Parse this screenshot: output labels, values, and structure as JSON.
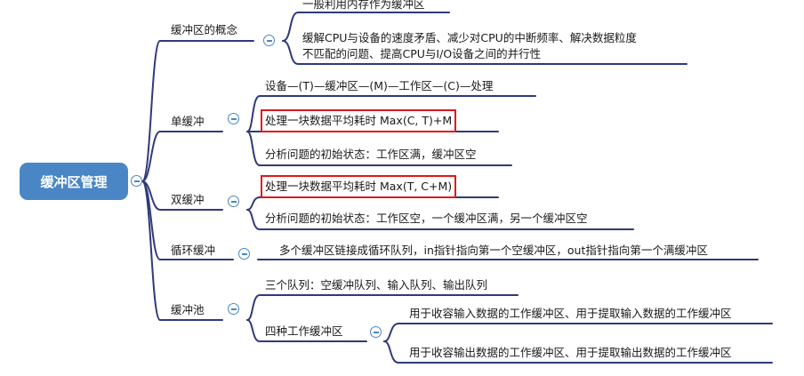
{
  "root": {
    "label": "缓冲区管理"
  },
  "branches": {
    "concept": {
      "label": "缓冲区的概念",
      "items": [
        "一般利用内存作为缓冲区",
        "缓解CPU与设备的速度矛盾、减少对CPU的中断频率、解决数据粒度",
        "不匹配的问题、提高CPU与I/O设备之间的并行性"
      ]
    },
    "single": {
      "label": "单缓冲",
      "items": [
        "设备—(T)—缓冲区—(M)—工作区—(C)—处理",
        "处理一块数据平均耗时 Max(C, T)+M",
        "分析问题的初始状态：工作区满，缓冲区空"
      ]
    },
    "double": {
      "label": "双缓冲",
      "items": [
        "处理一块数据平均耗时 Max(T, C+M)",
        "分析问题的初始状态：工作区空，一个缓冲区满，另一个缓冲区空"
      ]
    },
    "circular": {
      "label": "循环缓冲",
      "items": [
        "多个缓冲区链接成循环队列，in指针指向第一个空缓冲区，out指针指向第一个满缓冲区"
      ]
    },
    "pool": {
      "label": "缓冲池",
      "items": [
        "三个队列：空缓冲队列、输入队列、输出队列"
      ],
      "sub": {
        "label": "四种工作缓冲区",
        "items": [
          "用于收容输入数据的工作缓冲区、用于提取输入数据的工作缓冲区",
          "用于收容输出数据的工作缓冲区、用于提取输出数据的工作缓冲区"
        ]
      }
    }
  },
  "colors": {
    "line": "#2f3a7a",
    "root_bg": "#4a86c5",
    "highlight": "#e0181b"
  }
}
